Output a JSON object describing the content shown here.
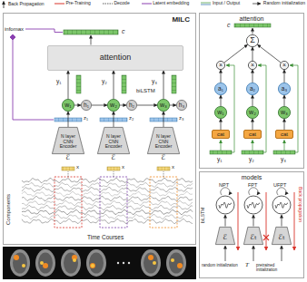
{
  "diagram": {
    "nodes": [
      {
        "text": [
          "MILC"
        ]
      },
      {
        "text": [
          "attention"
        ],
        "in": 0
      },
      {
        "text": [
          "N layer CNN Encoder",
          "ℰ"
        ],
        "in": 0
      },
      {
        "text": [
          "N layer CNN Encoder",
          "ℰ"
        ],
        "in": 0
      },
      {
        "text": [
          "N layer CNN Encoder",
          "ℰ"
        ],
        "in": 0
      },
      {
        "text": [
          "w₁"
        ],
        "in": 0
      },
      {
        "text": [
          "w₂"
        ],
        "in": 0
      },
      {
        "text": [
          "w₃"
        ],
        "in": 0
      },
      {
        "text": [
          "h₁"
        ],
        "in": 0
      },
      {
        "text": [
          "h₂"
        ],
        "in": 0
      },
      {
        "text": [
          "h₃"
        ],
        "in": 0
      },
      {
        "text": [
          "attention"
        ]
      },
      {
        "text": [
          "Σ"
        ],
        "in": 11
      },
      {
        "text": [
          "×"
        ],
        "in": 11
      },
      {
        "text": [
          "×"
        ],
        "in": 11
      },
      {
        "text": [
          "×"
        ],
        "in": 11
      },
      {
        "text": [
          "a₁"
        ],
        "in": 11
      },
      {
        "text": [
          "a₂"
        ],
        "in": 11
      },
      {
        "text": [
          "a₃"
        ],
        "in": 11
      },
      {
        "text": [
          "w₁"
        ],
        "in": 11
      },
      {
        "text": [
          "w₂"
        ],
        "in": 11
      },
      {
        "text": [
          "w₃"
        ],
        "in": 11
      },
      {
        "text": [
          "cat"
        ],
        "in": 11
      },
      {
        "text": [
          "cat"
        ],
        "in": 11
      },
      {
        "text": [
          "cat"
        ],
        "in": 11
      },
      {
        "text": [
          "models"
        ]
      },
      {
        "text": [
          "ℰ"
        ],
        "in": 25
      },
      {
        "text": [
          "ℰₜ"
        ],
        "in": 25
      },
      {
        "text": [
          "ℰₜ"
        ],
        "in": 25
      }
    ],
    "edges": [
      {
        "from": 2,
        "to": 5,
        "arrow": "to"
      },
      {
        "from": 3,
        "to": 6,
        "arrow": "to"
      },
      {
        "from": 4,
        "to": 7,
        "arrow": "to"
      },
      {
        "from": 5,
        "to": 8,
        "arrow": "to"
      },
      {
        "from": 8,
        "to": 6,
        "arrow": "to"
      },
      {
        "from": 6,
        "to": 9,
        "arrow": "to"
      },
      {
        "from": 9,
        "to": 7,
        "arrow": "to"
      },
      {
        "from": 7,
        "to": 10,
        "arrow": "to"
      },
      {
        "from": 5,
        "to": 1,
        "arrow": "to"
      },
      {
        "from": 6,
        "to": 1,
        "arrow": "to"
      },
      {
        "from": 7,
        "to": 1,
        "arrow": "to"
      },
      {
        "from": 22,
        "to": 19,
        "arrow": "to"
      },
      {
        "from": 23,
        "to": 20,
        "arrow": "to"
      },
      {
        "from": 24,
        "to": 21,
        "arrow": "to"
      },
      {
        "from": 19,
        "to": 16,
        "arrow": "to"
      },
      {
        "from": 20,
        "to": 17,
        "arrow": "to"
      },
      {
        "from": 21,
        "to": 18,
        "arrow": "to"
      },
      {
        "from": 16,
        "to": 13,
        "arrow": "to"
      },
      {
        "from": 17,
        "to": 14,
        "arrow": "to"
      },
      {
        "from": 18,
        "to": 15,
        "arrow": "to"
      },
      {
        "from": 13,
        "to": 12,
        "arrow": "to"
      },
      {
        "from": 14,
        "to": 12,
        "arrow": "to"
      },
      {
        "from": 15,
        "to": 12,
        "arrow": "to"
      }
    ],
    "labels": [
      "Back Propagation",
      "infomax",
      "c",
      "y₁",
      "y₂",
      "y₃",
      "biLSTM",
      "z₁",
      "z₂",
      "z₃",
      "x",
      "x",
      "x",
      "Components",
      "Time Courses",
      "c",
      "y₁",
      "y₂",
      "y₃",
      "NPT",
      "FPT",
      "UFPT",
      "biLSTM",
      "random initialization",
      "T",
      "pretrained initialization",
      "Back propagation"
    ],
    "legend": [
      {
        "text": "Pre-Training"
      },
      {
        "text": "Decode"
      },
      {
        "text": "Latent embedding"
      },
      {
        "text": "Input / Output"
      },
      {
        "text": "Random initialization"
      }
    ]
  }
}
